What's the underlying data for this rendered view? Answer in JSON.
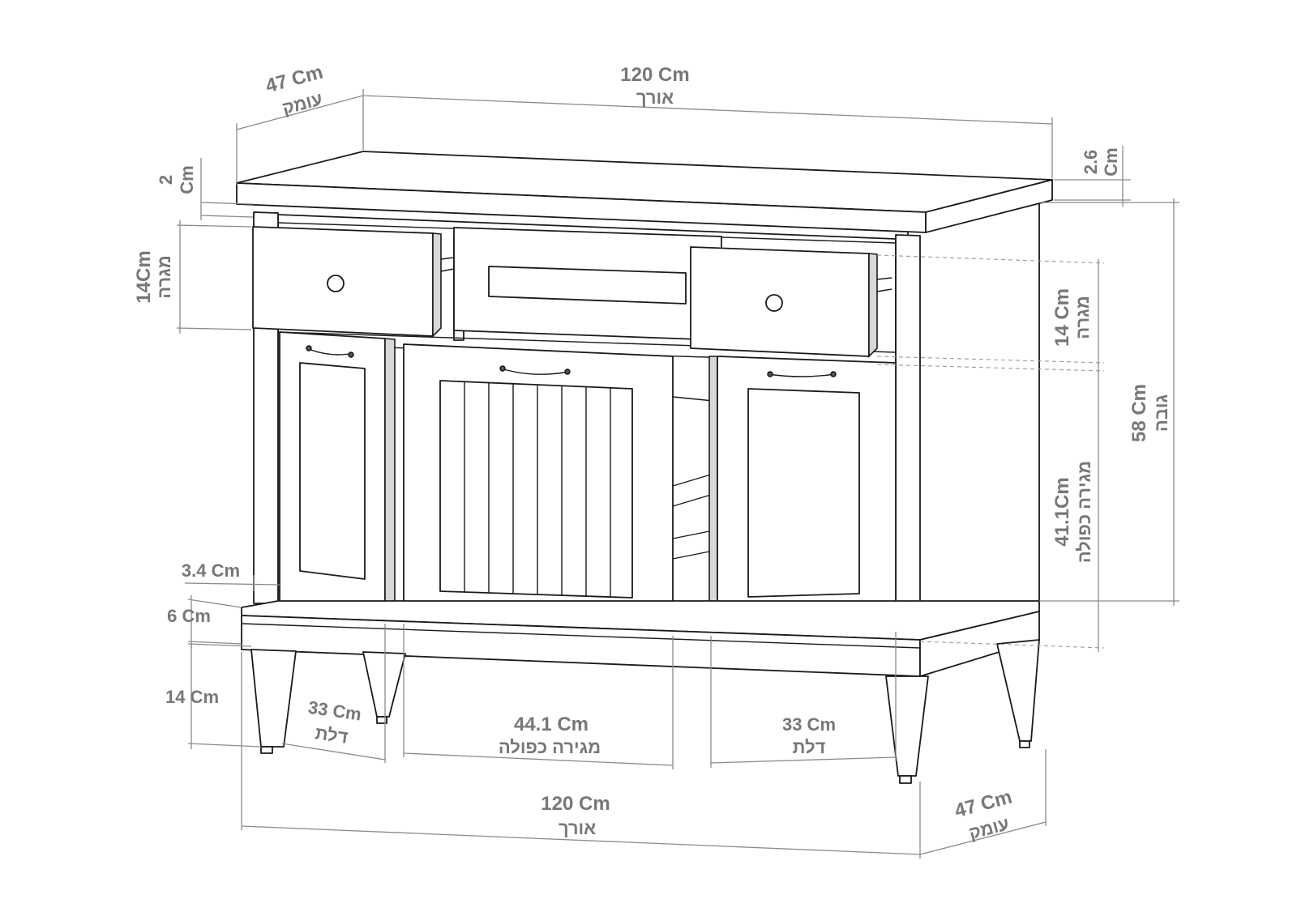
{
  "labels": {
    "depth_top_value": "47 Cm",
    "depth_top_name": "עומק",
    "length_top_value": "120 Cm",
    "length_top_name": "אורך",
    "top_thickness_value": "2.6",
    "top_thickness_unit": "Cm",
    "gap_value": "2",
    "gap_unit": "Cm",
    "drawer_left_value": "14Cm",
    "drawer_left_name": "מגרה",
    "drawer_right_value": "14 Cm",
    "drawer_right_name": "מגרה",
    "height_value": "58 Cm",
    "height_name": "גובה",
    "double_drawer_side_value": "41.1Cm",
    "double_drawer_side_name": "מגירה כפולה",
    "frame_value": "3.4 Cm",
    "base_value": "6 Cm",
    "legs_value": "14 Cm",
    "door_left_value": "33 Cm",
    "door_left_name": "דלת",
    "double_drawer_value": "44.1 Cm",
    "double_drawer_name": "מגירה כפולה",
    "door_right_value": "33 Cm",
    "door_right_name": "דלת",
    "length_bottom_value": "120 Cm",
    "length_bottom_name": "אורך",
    "depth_bottom_value": "47 Cm",
    "depth_bottom_name": "עומק"
  }
}
